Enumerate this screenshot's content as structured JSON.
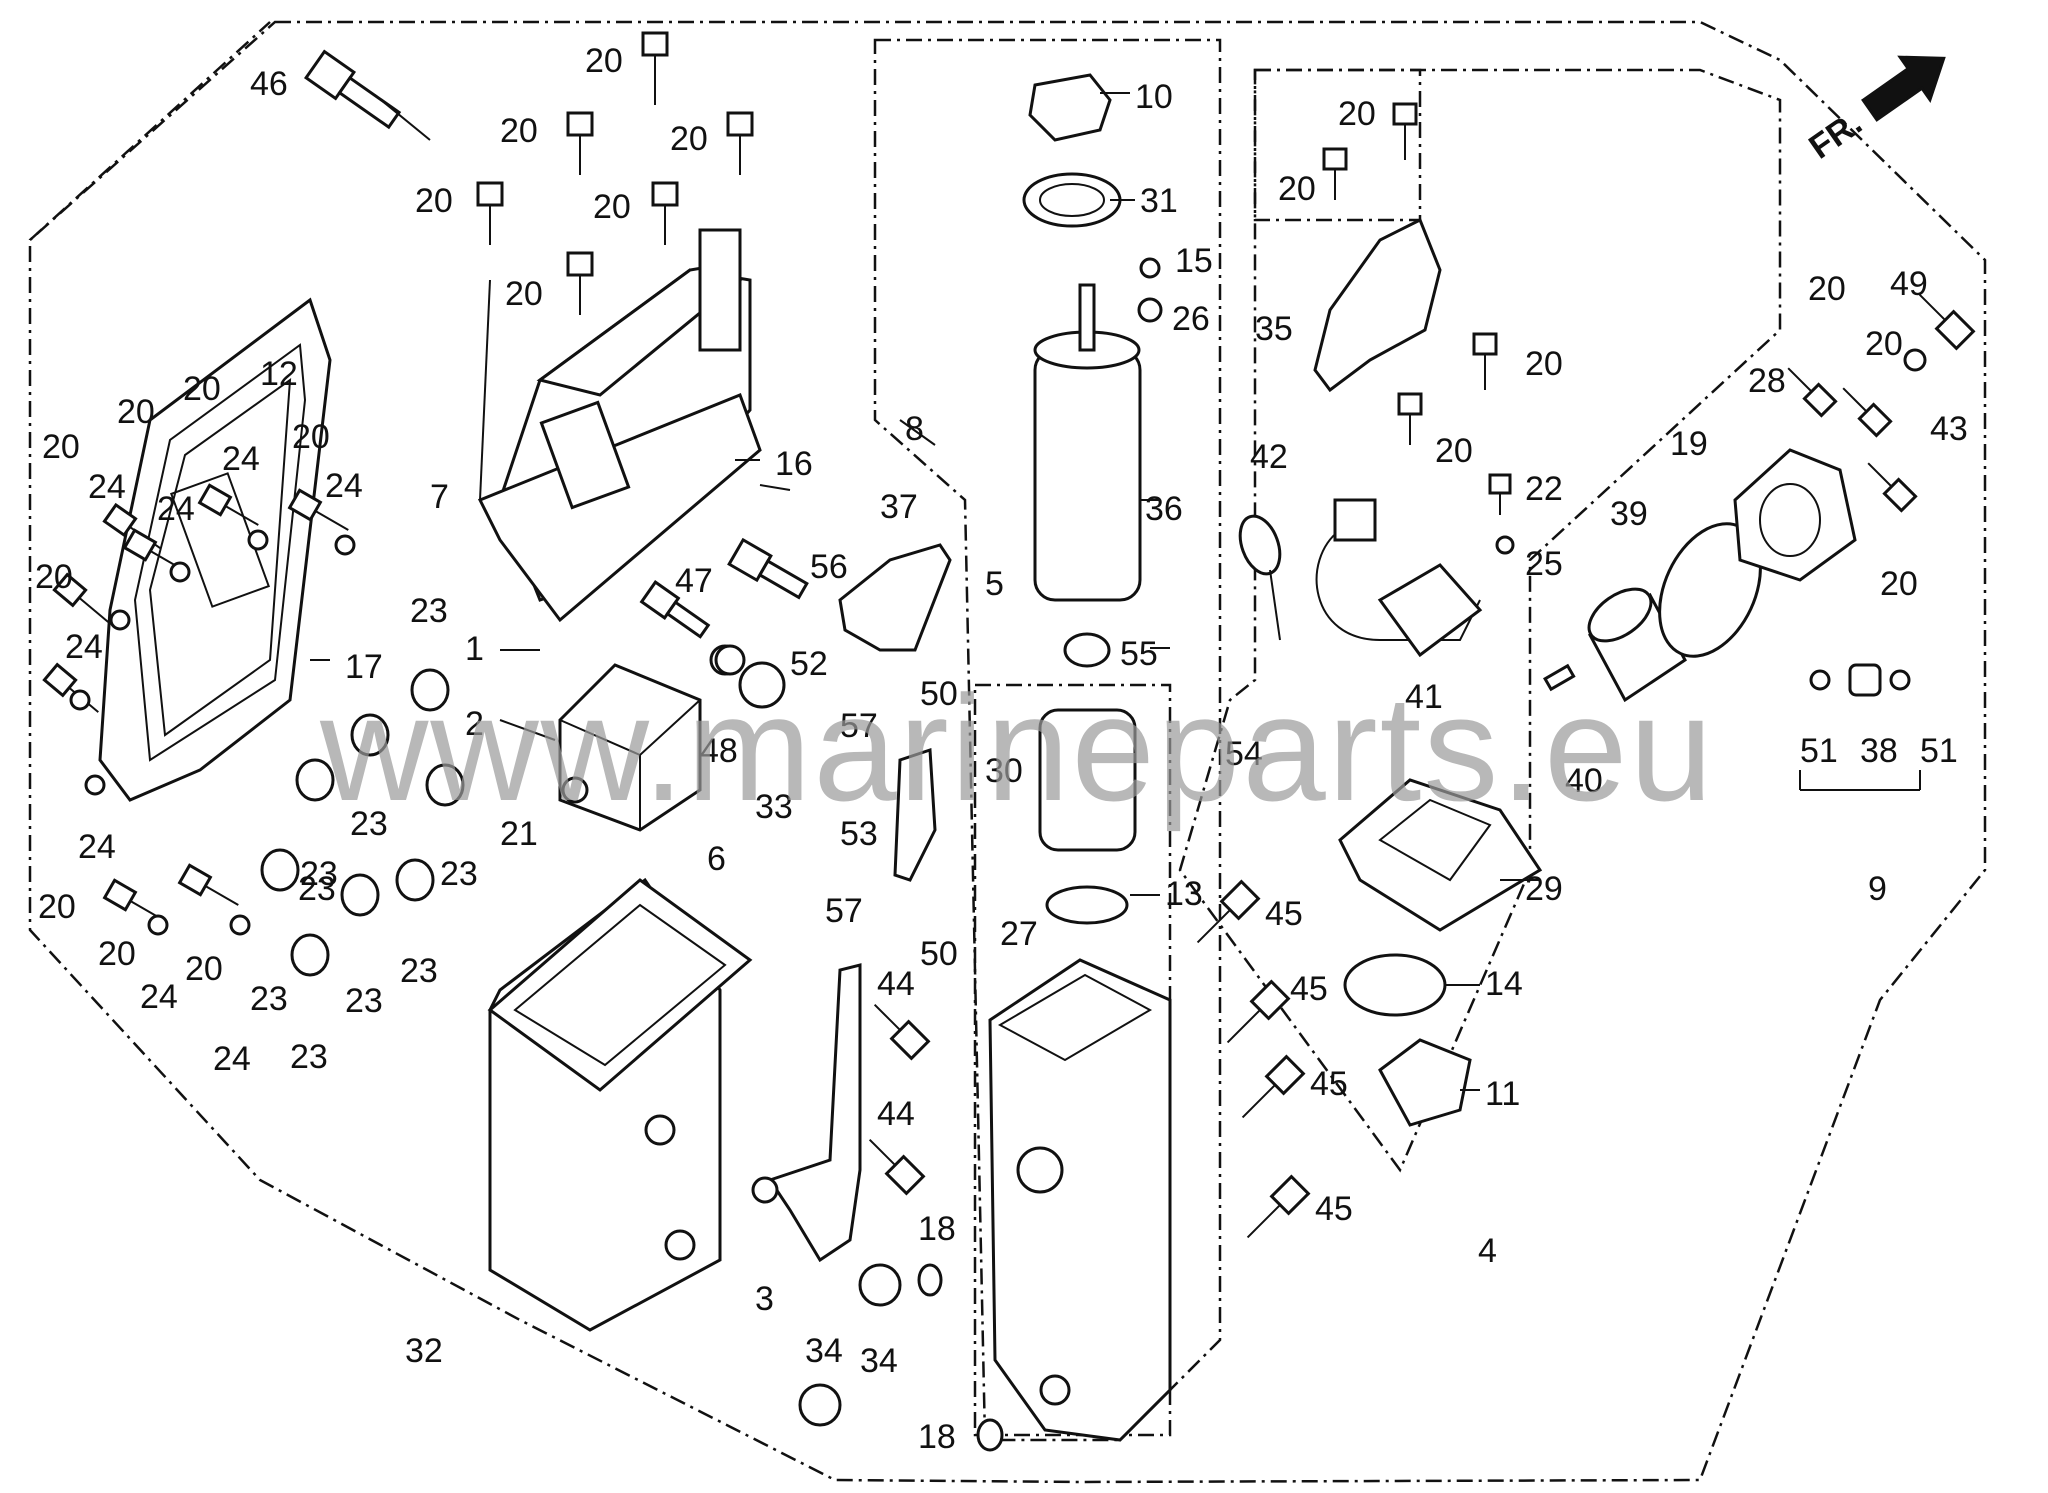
{
  "watermark": "www.marineparts.eu",
  "direction_marker": "FR.",
  "callouts": [
    "1",
    "2",
    "3",
    "4",
    "5",
    "6",
    "7",
    "8",
    "9",
    "10",
    "11",
    "12",
    "13",
    "14",
    "15",
    "16",
    "17",
    "18",
    "19",
    "20",
    "21",
    "22",
    "23",
    "24",
    "25",
    "26",
    "27",
    "28",
    "29",
    "30",
    "31",
    "32",
    "33",
    "34",
    "35",
    "36",
    "37",
    "38",
    "39",
    "40",
    "41",
    "42",
    "43",
    "44",
    "45",
    "46",
    "47",
    "48",
    "49",
    "50",
    "51",
    "52",
    "53",
    "54",
    "55",
    "56",
    "57"
  ]
}
